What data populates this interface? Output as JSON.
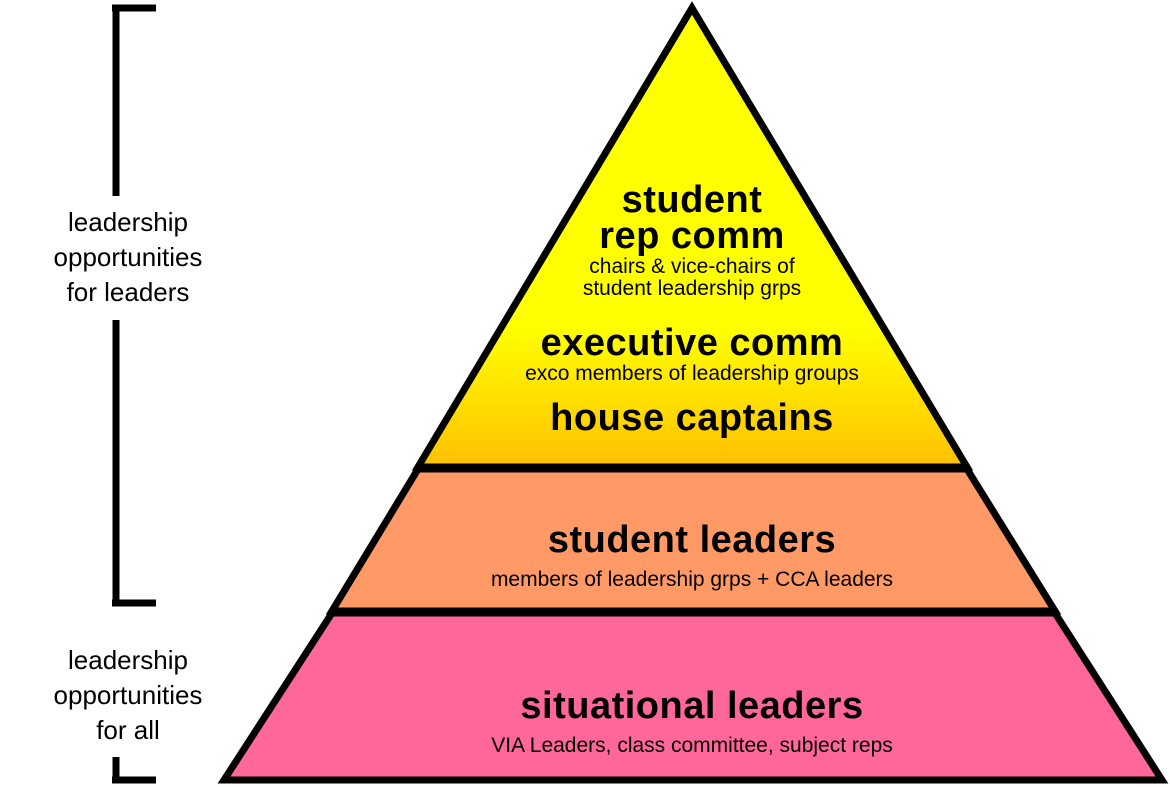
{
  "colors": {
    "top_gradient_start": "#ffff00",
    "top_gradient_end": "#ffc000",
    "middle_tier": "#ff9966",
    "bottom_tier": "#ff6699",
    "outline": "#000000"
  },
  "pyramid": {
    "top": {
      "student_rep_comm": {
        "title_line1": "student",
        "title_line2": "rep comm",
        "desc_line1": "chairs & vice-chairs of",
        "desc_line2": "student leadership grps"
      },
      "executive_comm": {
        "title": "executive comm",
        "desc": "exco  members of leadership groups"
      },
      "house_captains": {
        "title": "house captains"
      }
    },
    "middle": {
      "title": "student leaders",
      "desc": "members of leadership grps + CCA leaders"
    },
    "bottom": {
      "title": "situational leaders",
      "desc": "VIA Leaders, class committee, subject reps"
    }
  },
  "brackets": {
    "leaders": {
      "line1": "leadership",
      "line2": "opportunities",
      "line3": "for leaders"
    },
    "all": {
      "line1": "leadership",
      "line2": "opportunities",
      "line3": "for all"
    }
  }
}
